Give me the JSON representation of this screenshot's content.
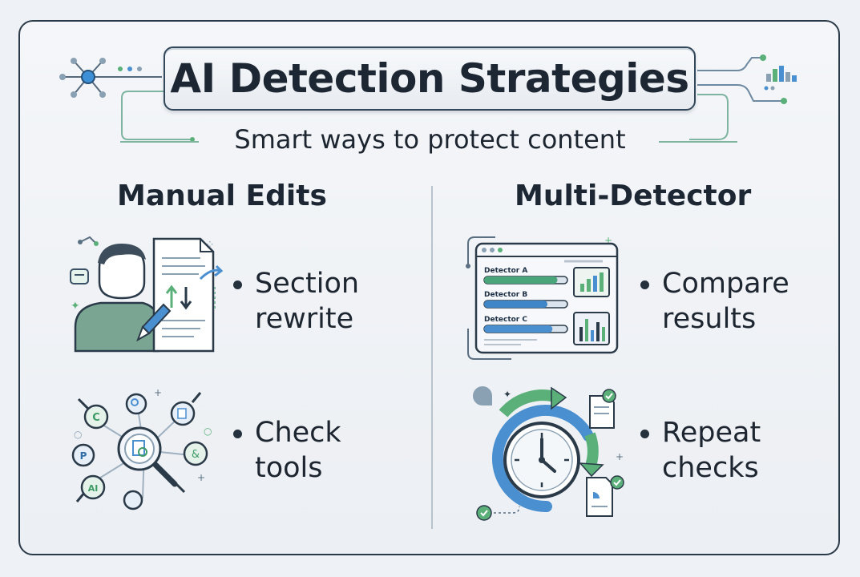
{
  "title": "AI Detection Strategies",
  "subtitle": "Smart ways to protect content",
  "left_column": {
    "heading": "Manual Edits",
    "items": [
      {
        "line1": "Section",
        "line2": "rewrite",
        "icon": "person-editing-document-icon"
      },
      {
        "line1": "Check",
        "line2": "tools",
        "icon": "magnifier-tools-icon"
      }
    ]
  },
  "right_column": {
    "heading": "Multi-Detector",
    "items": [
      {
        "line1": "Compare",
        "line2": "results",
        "icon": "detector-dashboard-icon"
      },
      {
        "line1": "Repeat",
        "line2": "checks",
        "icon": "clock-cycle-icon"
      }
    ]
  },
  "dashboard": {
    "detector_a": "Detector A",
    "detector_b": "Detector B",
    "detector_c": "Detector C",
    "fill_a": 0.88,
    "fill_b": 0.76,
    "fill_c": 0.82
  },
  "tool_badges": {
    "c": "C",
    "p": "P",
    "ai": "AI"
  },
  "colors": {
    "accent_blue": "#4a8fd0",
    "accent_green": "#5bb07a",
    "outline": "#2b3a48"
  }
}
